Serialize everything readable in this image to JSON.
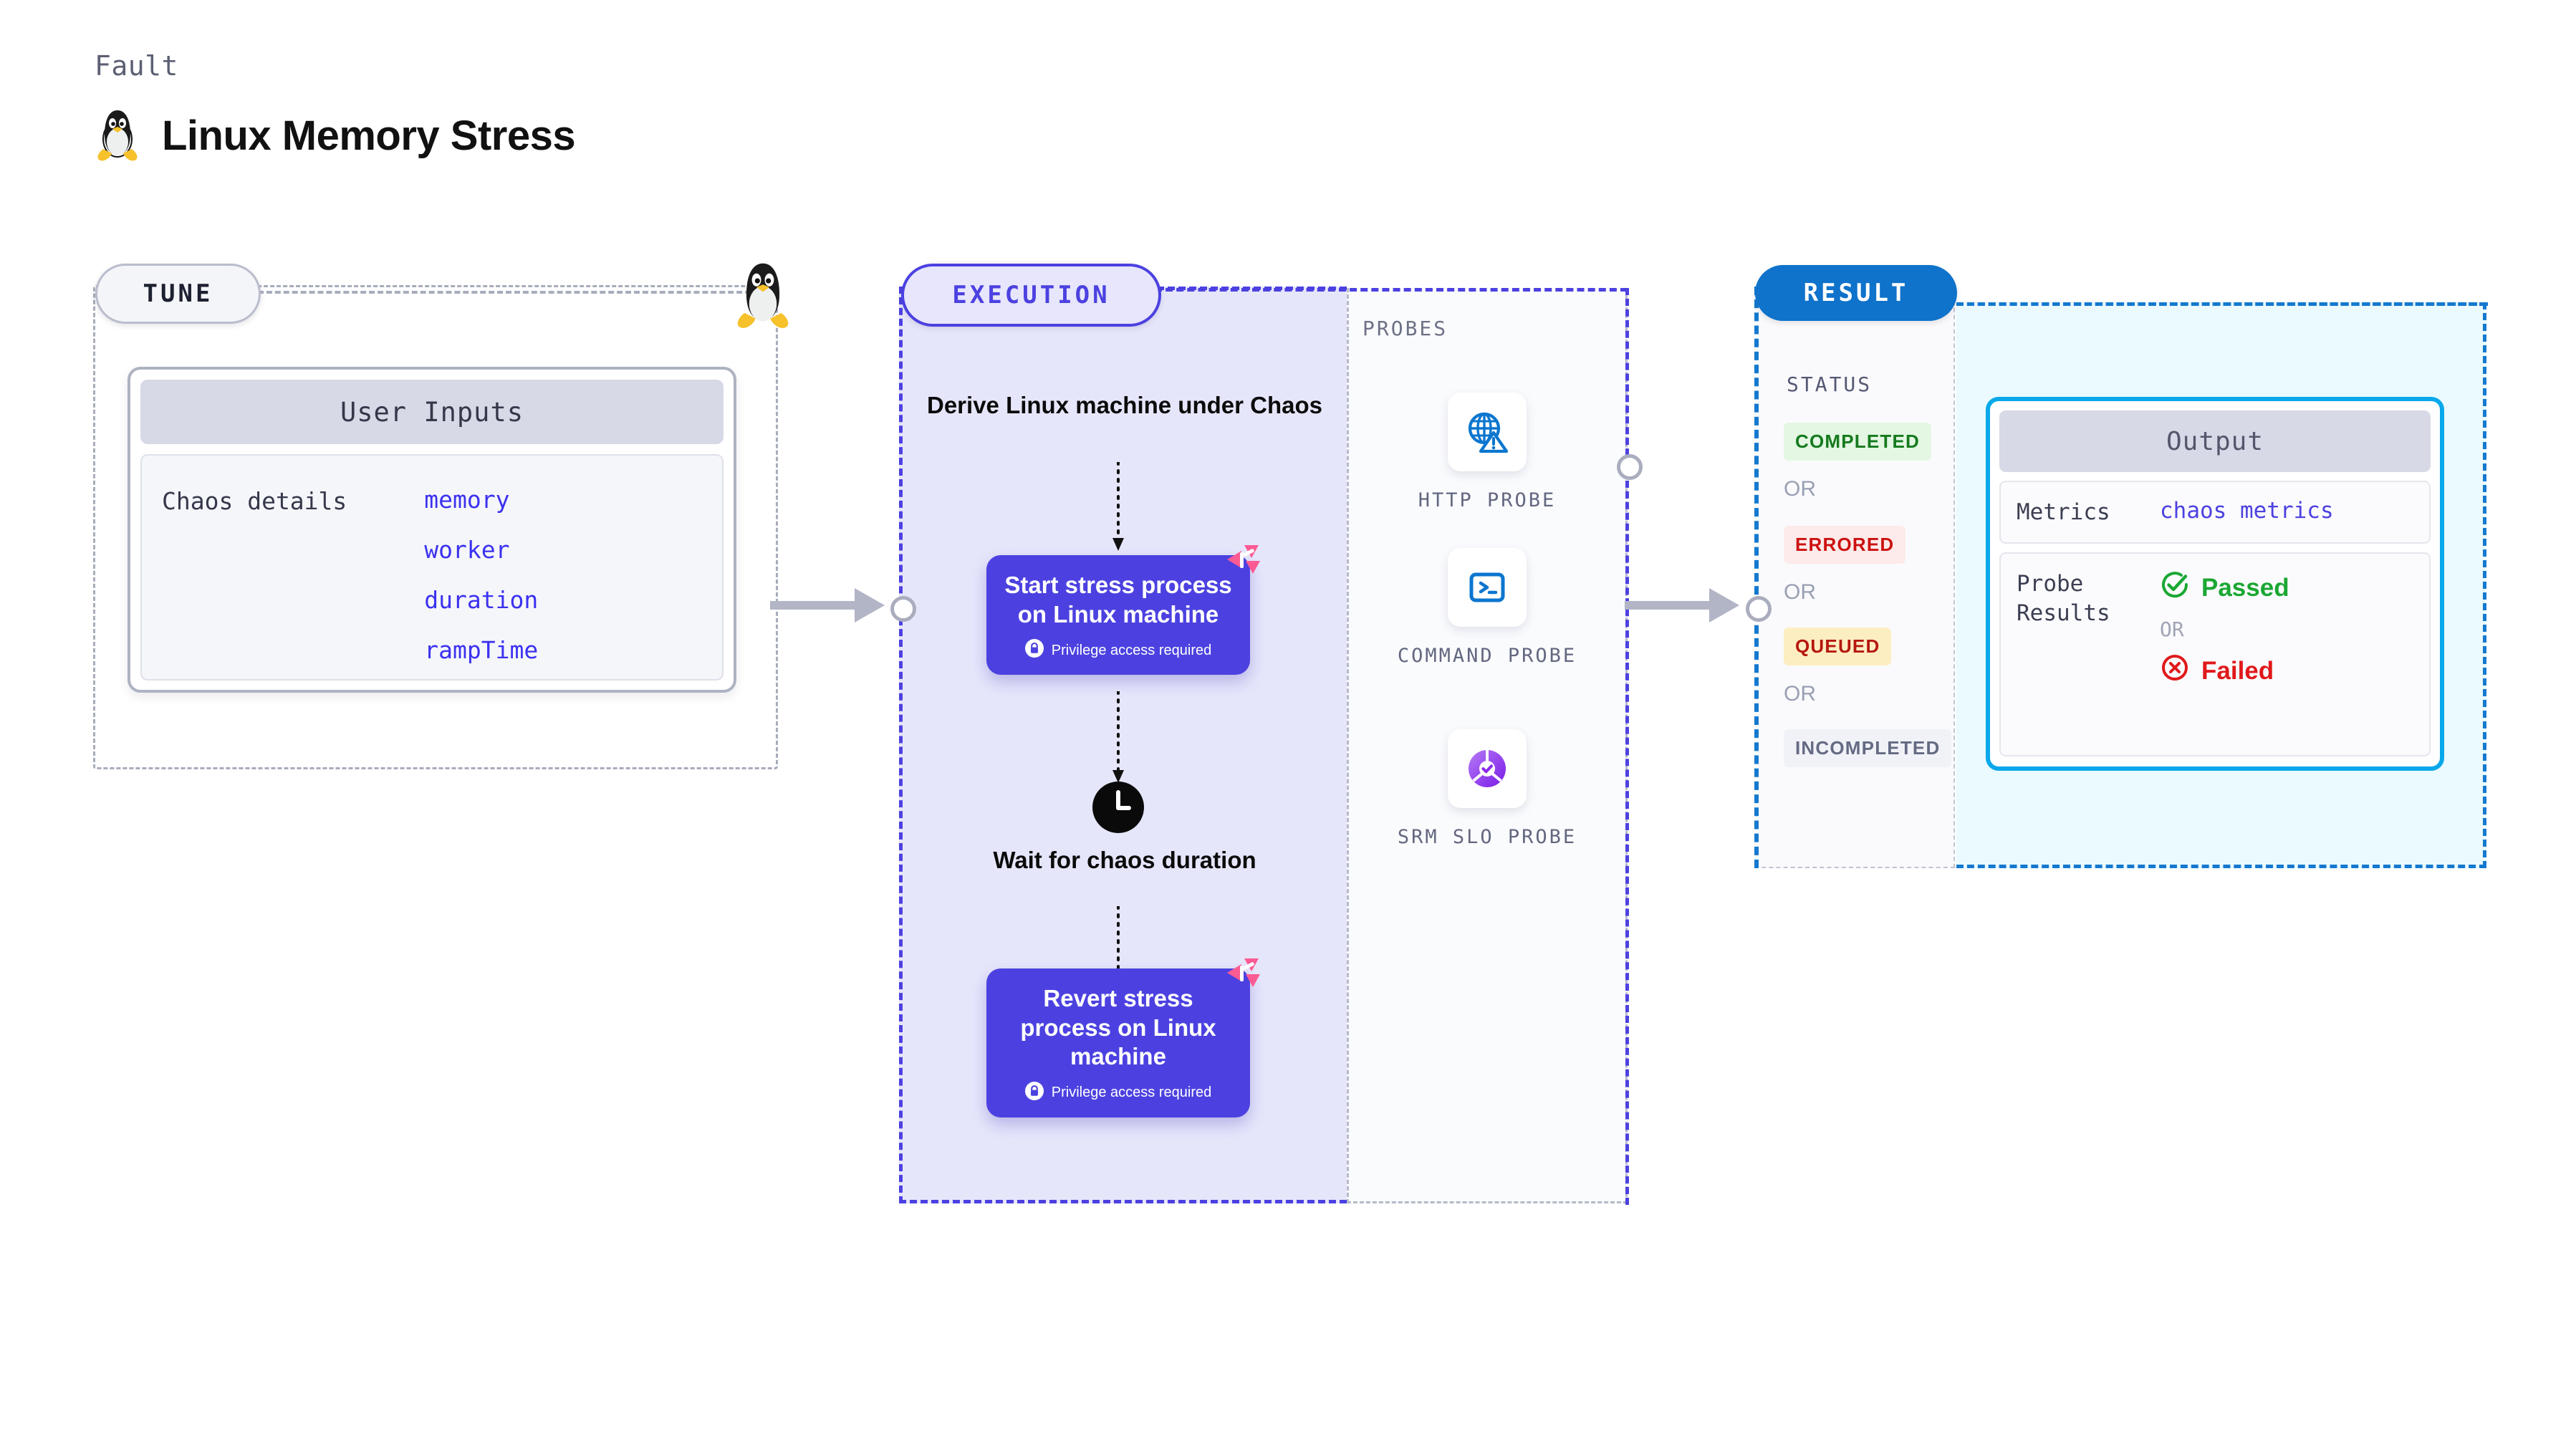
{
  "header": {
    "kicker": "Fault",
    "title": "Linux Memory Stress",
    "icon": "linux-penguin-icon"
  },
  "tune": {
    "badge": "TUNE",
    "icon": "linux-penguin-icon",
    "card_title": "User Inputs",
    "details_label": "Chaos details",
    "params": [
      "memory",
      "worker",
      "duration",
      "rampTime"
    ]
  },
  "execution": {
    "badge": "EXECUTION",
    "step_title": "Derive Linux machine under Chaos",
    "cards": [
      {
        "title": "Start stress process on Linux machine",
        "note": "Privilege access required",
        "note_icon": "lock-icon",
        "corner_icon": "litmus-logo-icon"
      },
      {
        "title": "Revert stress process on Linux machine",
        "note": "Privilege access required",
        "note_icon": "lock-icon",
        "corner_icon": "litmus-logo-icon"
      }
    ],
    "wait": {
      "icon": "clock-icon",
      "label": "Wait for chaos duration"
    }
  },
  "probes": {
    "label": "PROBES",
    "items": [
      {
        "caption": "HTTP PROBE",
        "icon": "globe-warning-icon"
      },
      {
        "caption": "COMMAND PROBE",
        "icon": "terminal-icon"
      },
      {
        "caption": "SRM SLO PROBE",
        "icon": "srm-slo-icon"
      }
    ]
  },
  "result": {
    "badge": "RESULT",
    "status_label": "STATUS",
    "or_label": "OR",
    "statuses": [
      {
        "label": "COMPLETED",
        "color": "#157a1d",
        "bg": "#e3f7e2"
      },
      {
        "label": "ERRORED",
        "color": "#cc1111",
        "bg": "#fdeaea"
      },
      {
        "label": "QUEUED",
        "color": "#b5180f",
        "bg": "#fdeec2"
      },
      {
        "label": "INCOMPLETED",
        "color": "#646a82",
        "bg": "#f1f2f7"
      }
    ],
    "output": {
      "title": "Output",
      "metrics_label": "Metrics",
      "metrics_value": "chaos metrics",
      "probe_results_label": "Probe\nResults",
      "or_label": "OR",
      "passed": {
        "label": "Passed",
        "color": "#1ba733",
        "icon": "check-circle-icon"
      },
      "failed": {
        "label": "Failed",
        "color": "#e0191b",
        "icon": "x-circle-icon"
      }
    }
  },
  "colors": {
    "accent_purple": "#4c41e0",
    "accent_blue": "#0f72cb",
    "accent_cyan": "#09a8ea",
    "litmus_pink": "#fc5a93",
    "grey_dash": "#a8acbb"
  }
}
